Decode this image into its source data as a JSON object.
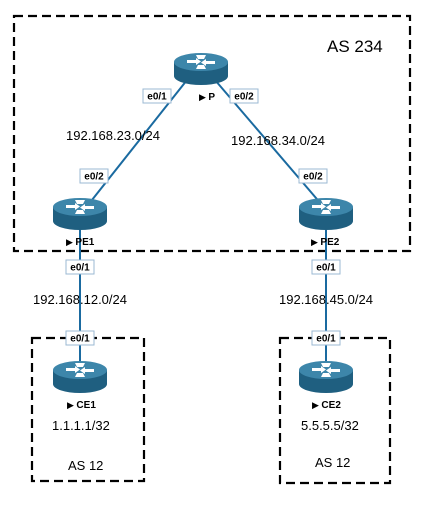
{
  "colors": {
    "link": "#1a6aa0",
    "router_body": "#1f5f80",
    "router_top": "#3d86aa",
    "border": "#000000"
  },
  "as_groups": {
    "core": "AS 234",
    "left": "AS 12",
    "right": "AS 12"
  },
  "routers": {
    "P": {
      "label": "P",
      "icon": "router-icon"
    },
    "PE1": {
      "label": "PE1",
      "icon": "router-icon"
    },
    "PE2": {
      "label": "PE2",
      "icon": "router-icon"
    },
    "CE1": {
      "label": "CE1",
      "icon": "router-icon",
      "loopback": "1.1.1.1/32"
    },
    "CE2": {
      "label": "CE2",
      "icon": "router-icon",
      "loopback": "5.5.5.5/32"
    }
  },
  "links": {
    "p_pe1": {
      "subnet": "192.168.23.0/24",
      "a_iface": "e0/1",
      "b_iface": "e0/2"
    },
    "p_pe2": {
      "subnet": "192.168.34.0/24",
      "a_iface": "e0/2",
      "b_iface": "e0/2"
    },
    "pe1_ce1": {
      "subnet": "192.168.12.0/24",
      "a_iface": "e0/1",
      "b_iface": "e0/1"
    },
    "pe2_ce2": {
      "subnet": "192.168.45.0/24",
      "a_iface": "e0/1",
      "b_iface": "e0/1"
    }
  }
}
